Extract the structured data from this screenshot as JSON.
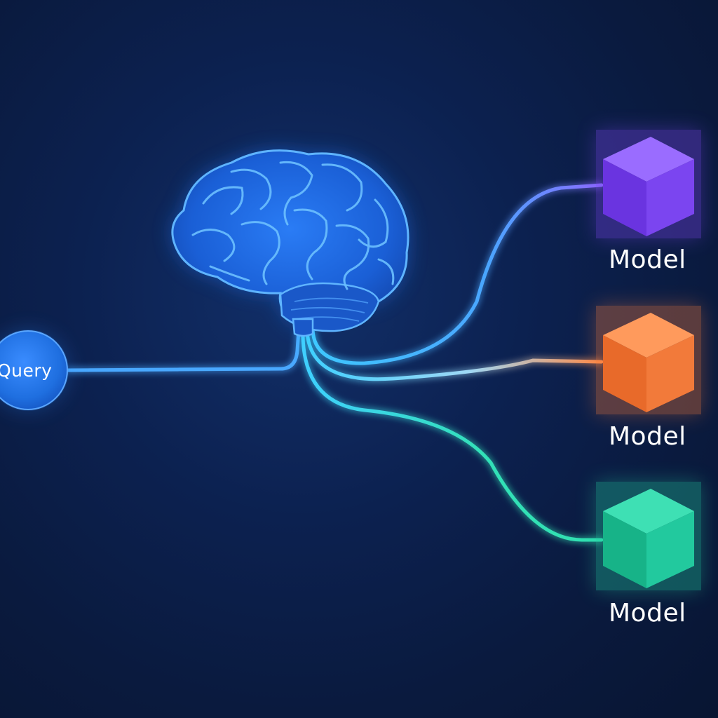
{
  "query": {
    "label": "Query"
  },
  "router": {
    "icon": "brain-icon"
  },
  "models": [
    {
      "label": "Model",
      "color": "#7b45f0",
      "icon": "cube-icon"
    },
    {
      "label": "Model",
      "color": "#f27a3a",
      "icon": "cube-icon"
    },
    {
      "label": "Model",
      "color": "#22c99e",
      "icon": "cube-icon"
    }
  ],
  "colors": {
    "background": "#0b1b3d",
    "glow": "#2f8bff",
    "query_node": "#1f6fe0"
  }
}
